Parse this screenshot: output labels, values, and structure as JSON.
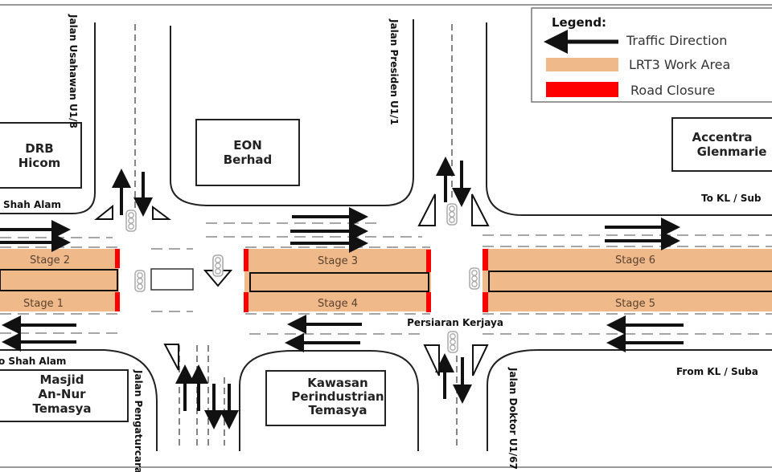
{
  "legend": {
    "title": "Legend:",
    "items": [
      {
        "label": "Traffic Direction",
        "symbol": "arrow-left-icon"
      },
      {
        "label": "LRT3 Work Area",
        "symbol": "work-area-swatch",
        "color": "#f0b98a"
      },
      {
        "label": "Road Closure",
        "symbol": "road-closure-swatch",
        "color": "#ff0000"
      }
    ]
  },
  "colors": {
    "work_area": "#f0b98a",
    "road_closure": "#ff0000",
    "signal": "#aaaaaa",
    "line": "#222222"
  },
  "buildings": {
    "drb_hicom": [
      "DRB",
      "Hicom"
    ],
    "eon_berhad": [
      "EON",
      "Berhad"
    ],
    "accentra": [
      "Accentra",
      "Glenmarie"
    ],
    "masjid": [
      "Masjid",
      "An-Nur",
      "Temasya"
    ],
    "kawasan": [
      "Kawasan",
      "Perindustrian",
      "Temasya"
    ]
  },
  "roads": {
    "usahawan": "Jalan Usahawan U1/8",
    "presiden": "Jalan Presiden U1/1",
    "pengaturcara": "Jalan Pengaturcara",
    "doktor": "Jalan Doktor U1/67",
    "main": "Persiaran Kerjaya"
  },
  "directions": {
    "shah_alam_top": "Shah Alam",
    "shah_alam_bottom": "o Shah Alam",
    "to_kl": "To KL / Sub",
    "from_kl": "From KL / Suba"
  },
  "stages": {
    "s1": "Stage 1",
    "s2": "Stage 2",
    "s3": "Stage 3",
    "s4": "Stage 4",
    "s5": "Stage 5",
    "s6": "Stage 6"
  }
}
